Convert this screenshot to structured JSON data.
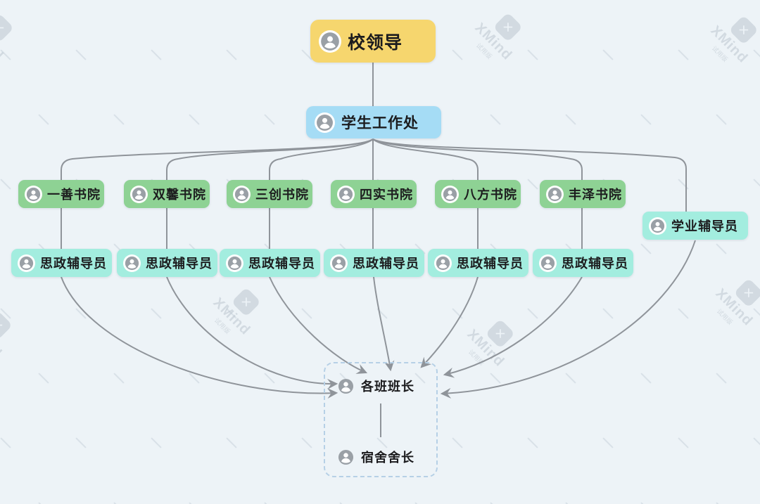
{
  "watermark": {
    "brand": "XMind",
    "edition": "试用版",
    "logo_glyph": "✕"
  },
  "colors": {
    "background": "#EDF3F7",
    "root_fill": "#F6D66E",
    "office_fill": "#A5DCF5",
    "college_fill": "#8ED294",
    "advisor_fill": "#A3EDDF",
    "edge": "#8F949A",
    "dashed_frame": "#B6D0E6",
    "text": "#1C1C1E"
  },
  "nodes": {
    "root": {
      "label": "校领导"
    },
    "office": {
      "label": "学生工作处"
    },
    "colleges": [
      {
        "label": "一善书院"
      },
      {
        "label": "双馨书院"
      },
      {
        "label": "三创书院"
      },
      {
        "label": "四实书院"
      },
      {
        "label": "八方书院"
      },
      {
        "label": "丰泽书院"
      }
    ],
    "academic_advisor": {
      "label": "学业辅导员"
    },
    "political_advisors": [
      {
        "label": "思政辅导员"
      },
      {
        "label": "思政辅导员"
      },
      {
        "label": "思政辅导员"
      },
      {
        "label": "思政辅导员"
      },
      {
        "label": "思政辅导员"
      },
      {
        "label": "思政辅导员"
      }
    ],
    "class_monitor": {
      "label": "各班班长"
    },
    "dorm_leader": {
      "label": "宿舍舍长"
    }
  }
}
